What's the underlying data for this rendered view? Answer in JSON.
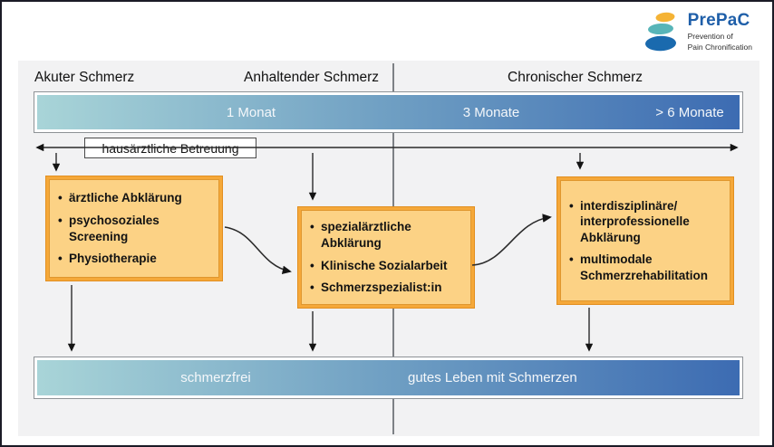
{
  "logo": {
    "name": "PrePaC",
    "subtitle_line1": "Prevention of",
    "subtitle_line2": "Pain Chronification",
    "brand_color": "#1f5fa9",
    "stone_colors": {
      "top": "#f5b335",
      "middle": "#58b5b8",
      "bottom": "#1a6aae"
    }
  },
  "timeline": {
    "phases": [
      {
        "label": "Akuter Schmerz"
      },
      {
        "label": "Anhaltender Schmerz"
      },
      {
        "label": "Chronischer Schmerz"
      }
    ],
    "bar_labels": [
      "1 Monat",
      "3 Monate",
      "> 6 Monate"
    ]
  },
  "care_label": "hausärztliche Betreuung",
  "boxes": [
    {
      "items": [
        "ärztliche Abklärung",
        "psychosoziales Screening",
        "Physiotherapie"
      ]
    },
    {
      "items": [
        "spezialärztliche Abklärung",
        "Klinische Sozialarbeit",
        "Schmerzspezialist:in"
      ]
    },
    {
      "items": [
        "interdisziplinäre/ interprofessionelle Abklärung",
        "multimodale Schmerzrehabilitation"
      ]
    }
  ],
  "outcome_bar": {
    "left": "schmerzfrei",
    "right": "gutes Leben mit Schmerzen"
  },
  "ui": {
    "bullet": "•"
  },
  "colors": {
    "panel_bg": "#f2f2f3",
    "bar_gradient_start": "#a9d5d8",
    "bar_gradient_end": "#3c6bb2",
    "box_frame_orange": "#f5a839",
    "box_fill": "#fcd285",
    "outer_border": "#1b1b26"
  }
}
